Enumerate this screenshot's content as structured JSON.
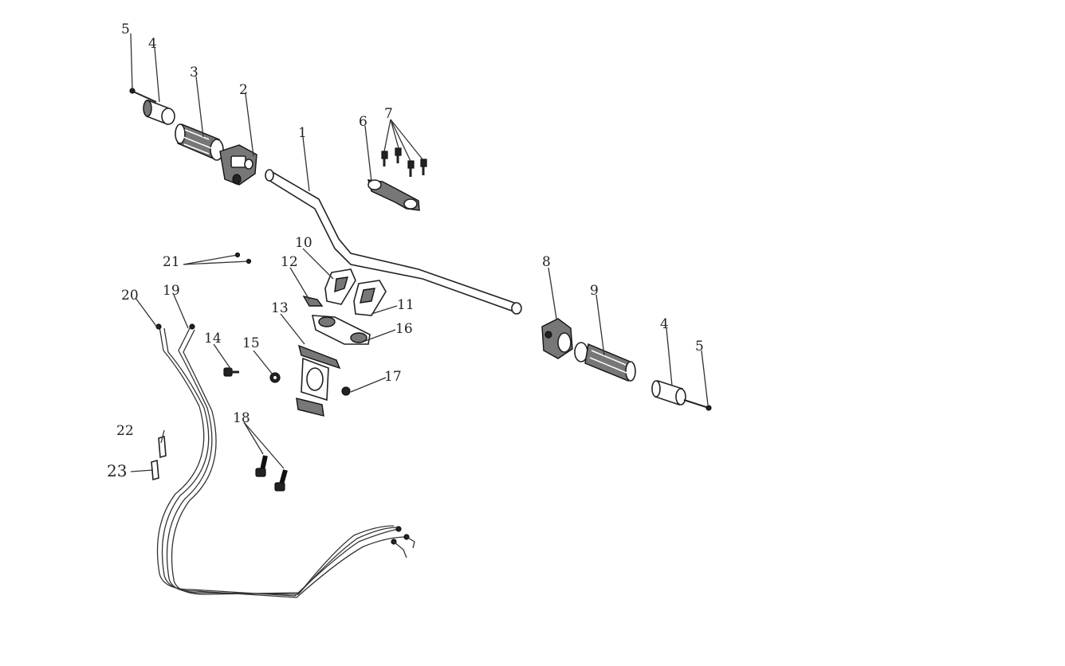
{
  "callouts": {
    "c1": "1",
    "c2": "2",
    "c3": "3",
    "c4a": "4",
    "c5a": "5",
    "c6": "6",
    "c7": "7",
    "c8": "8",
    "c9": "9",
    "c10": "10",
    "c11": "11",
    "c12": "12",
    "c13": "13",
    "c14": "14",
    "c15": "15",
    "c16": "16",
    "c17": "17",
    "c18": "18",
    "c19": "19",
    "c20": "20",
    "c21": "21",
    "c22": "22",
    "c23": "23",
    "c4b": "4",
    "c5b": "5"
  }
}
